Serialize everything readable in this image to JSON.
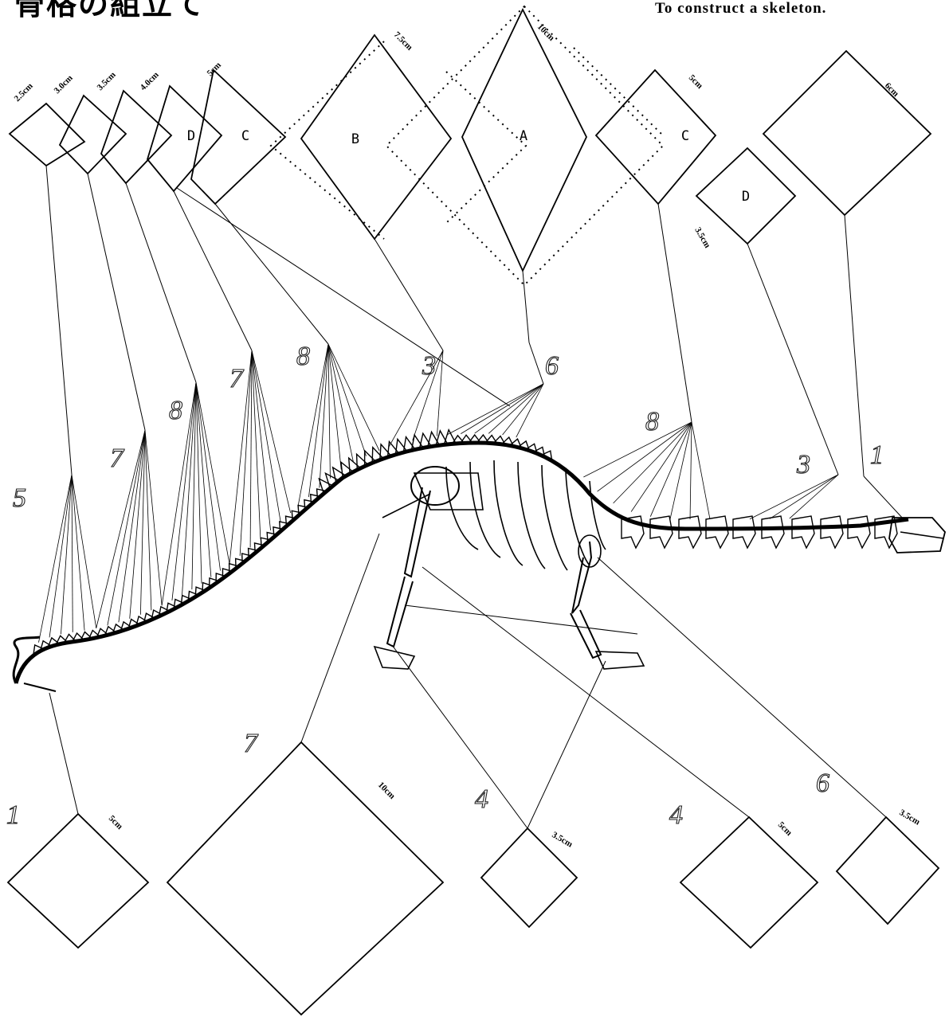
{
  "title": "骨格の組立て",
  "subtitle": "To construct a skeleton.",
  "boxes": [
    {
      "id": "t1",
      "letter": "",
      "size": "2.5cm",
      "kind": "top"
    },
    {
      "id": "t2",
      "letter": "",
      "size": "3.0cm",
      "kind": "top"
    },
    {
      "id": "t3",
      "letter": "",
      "size": "3.5cm",
      "kind": "top"
    },
    {
      "id": "t4",
      "letter": "D",
      "size": "4.0cm",
      "kind": "top"
    },
    {
      "id": "t5",
      "letter": "C",
      "size": "5cm",
      "kind": "top"
    },
    {
      "id": "t6",
      "letter": "B",
      "size": "7.5cm",
      "kind": "top"
    },
    {
      "id": "t7",
      "letter": "A",
      "size": "10cm",
      "kind": "top"
    },
    {
      "id": "t8",
      "letter": "C",
      "size": "5cm",
      "kind": "top"
    },
    {
      "id": "t9",
      "letter": "D",
      "size": "3.5cm",
      "kind": "top"
    },
    {
      "id": "t10",
      "letter": "",
      "size": "6cm",
      "kind": "top"
    },
    {
      "id": "b1",
      "letter": "",
      "size": "5cm",
      "kind": "bottom"
    },
    {
      "id": "b2",
      "letter": "",
      "size": "10cm",
      "kind": "bottom"
    },
    {
      "id": "b3",
      "letter": "",
      "size": "3.5cm",
      "kind": "bottom"
    },
    {
      "id": "b4",
      "letter": "",
      "size": "5cm",
      "kind": "bottom"
    },
    {
      "id": "b5",
      "letter": "",
      "size": "3.5cm",
      "kind": "bottom"
    }
  ],
  "counts": {
    "top": [
      "5",
      "7",
      "8",
      "7",
      "8",
      "3",
      "6",
      "8",
      "3",
      "1"
    ],
    "bottom": [
      "1",
      "7",
      "4",
      "4",
      "6"
    ]
  }
}
